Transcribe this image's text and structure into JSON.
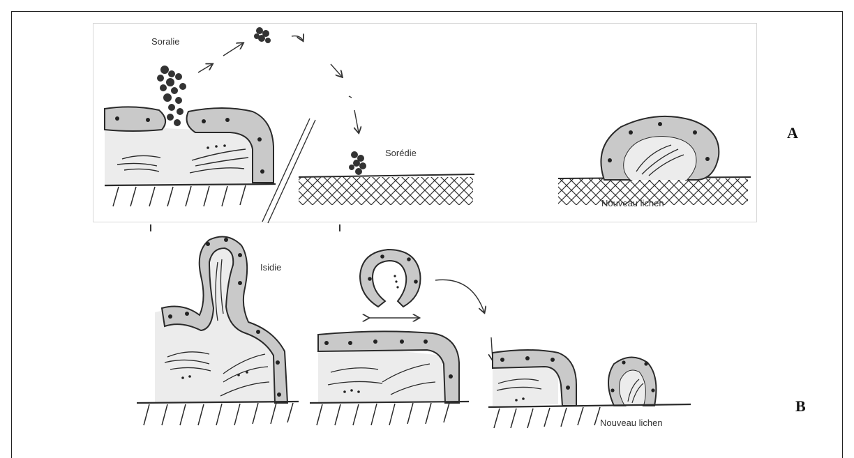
{
  "figure": {
    "panel_a": {
      "letter": "A",
      "labels": {
        "soralie": "Soralie",
        "soredie": "Sorédie",
        "nouveau_lichen": "Nouveau lichen"
      }
    },
    "panel_b": {
      "letter": "B",
      "labels": {
        "isidie": "Isidie",
        "nouveau_lichen": "Nouveau lichen"
      }
    },
    "colors": {
      "cortex_fill": "#c9c9c9",
      "medulla_fill": "#ececec",
      "ink": "#2a2a2a"
    }
  }
}
